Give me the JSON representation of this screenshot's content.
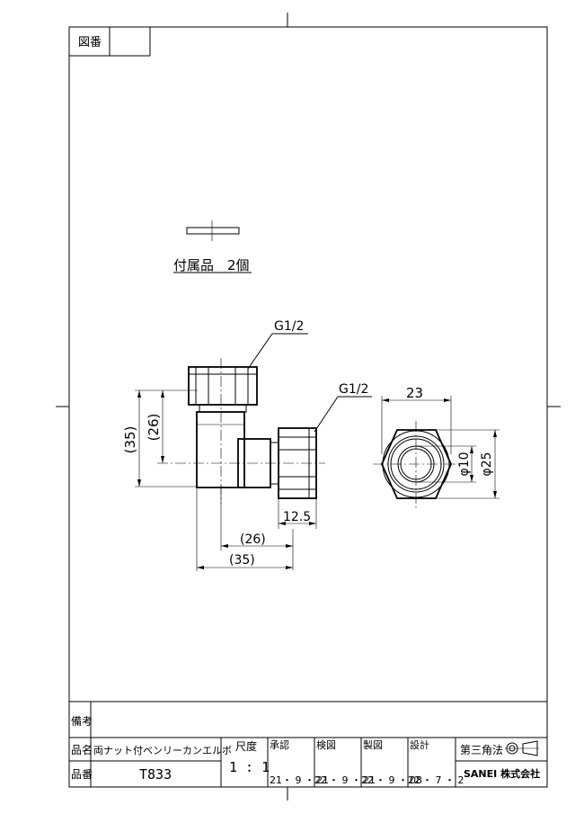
{
  "frame": {
    "drawing_no_label": "図番"
  },
  "accessory": {
    "label": "付属品　2個"
  },
  "callouts": {
    "thread_top": "G1/2",
    "thread_right": "G1/2"
  },
  "dimensions": {
    "height_outer": "(35)",
    "height_inner": "(26)",
    "nut_width": "12.5",
    "length_inner": "(26)",
    "length_outer": "(35)",
    "hex_across": "23",
    "bore_dia": "φ10",
    "outer_dia": "φ25"
  },
  "title_block": {
    "remarks_label": "備考",
    "product_name_label": "品名",
    "product_name": "両ナット付ベンリーカンエルボ",
    "product_no_label": "品番",
    "product_no": "T833",
    "scale_label": "尺度",
    "scale": "1 : 1",
    "approved_label": "承認",
    "approved_date": "21・ 9 ・22",
    "checked_label": "検図",
    "checked_date": "21・ 9 ・22",
    "drawn_label": "製図",
    "drawn_date": "21・ 9 ・22",
    "design_label": "設計",
    "design_date": "08・ 7 ・ 2",
    "projection_label": "第三角法",
    "company": "SANEI 株式会社"
  }
}
